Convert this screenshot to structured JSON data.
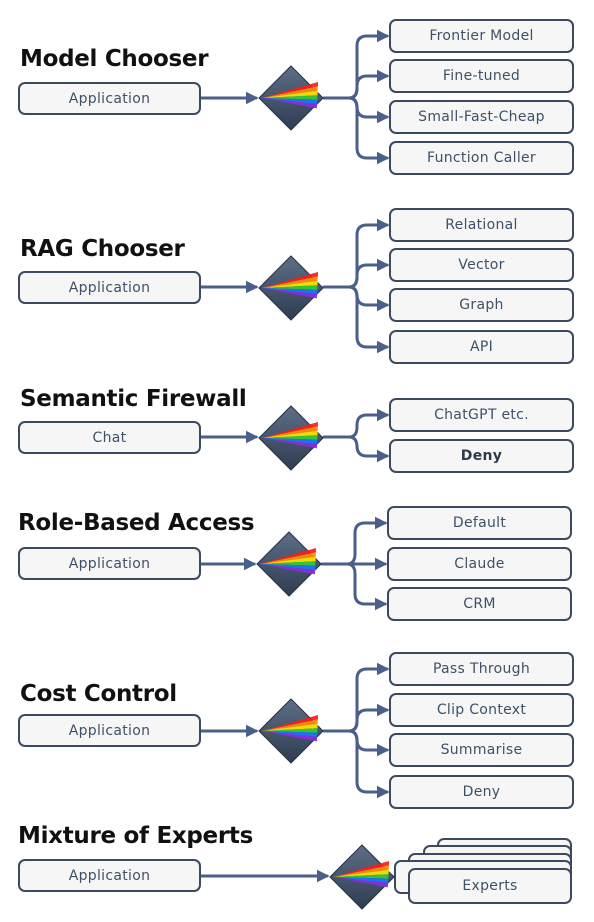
{
  "sections": [
    {
      "title": "Model Chooser",
      "input": "Application",
      "outputs": [
        "Frontier Model",
        "Fine-tuned",
        "Small-Fast-Cheap",
        "Function Caller"
      ]
    },
    {
      "title": "RAG Chooser",
      "input": "Application",
      "outputs": [
        "Relational",
        "Vector",
        "Graph",
        "API"
      ]
    },
    {
      "title": "Semantic Firewall",
      "input": "Chat",
      "outputs": [
        "ChatGPT etc.",
        "Deny"
      ]
    },
    {
      "title": "Role-Based Access",
      "input": "Application",
      "outputs": [
        "Default",
        "Claude",
        "CRM"
      ]
    },
    {
      "title": "Cost Control",
      "input": "Application",
      "outputs": [
        "Pass Through",
        "Clip Context",
        "Summarise",
        "Deny"
      ]
    },
    {
      "title": "Mixture of Experts",
      "input": "Application",
      "outputs": [
        "Experts"
      ]
    }
  ],
  "colors": {
    "line": "#4a5f8a",
    "box_border": "#3b4a5e",
    "box_fill": "#f6f6f6",
    "box_text": "#3e5166",
    "prism_top": "#5d6e86",
    "prism_bottom": "#2f3d52",
    "spectrum": [
      "#ff1a1a",
      "#ff8c00",
      "#ffe600",
      "#33cc33",
      "#1a75ff",
      "#8a2be2"
    ]
  }
}
